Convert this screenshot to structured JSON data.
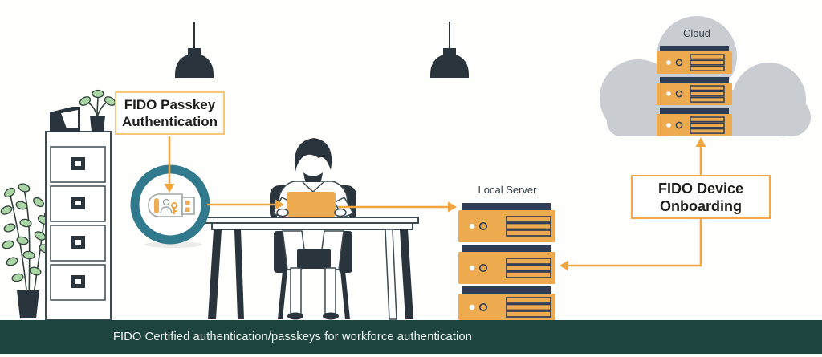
{
  "scene": {
    "caption": "FIDO Certified authentication/passkeys for workforce authentication",
    "labels": {
      "passkey": {
        "line1": "FIDO Passkey",
        "line2": "Authentication"
      },
      "onboarding": {
        "line1": "FIDO Device",
        "line2": "Onboarding"
      },
      "cloud": "Cloud",
      "local_server": "Local Server"
    }
  },
  "icons": [
    "pendant-lamp-icon",
    "potted-plant-icon",
    "file-cabinet-icon",
    "security-key-icon",
    "worker-at-desk-icon",
    "local-server-icon",
    "cloud-icon",
    "flow-arrow-icon"
  ],
  "colors": {
    "background": "#FEFEFC",
    "accent_orange": "#F2A43D",
    "fill_orange": "#EDAA4F",
    "navy": "#2F3C55",
    "teal_ring": "#31798C",
    "footer_teal": "#1D443F",
    "cloud_gray": "#C9CDD2",
    "ink": "#2A343C",
    "outline": "#3C4A52",
    "leaf_green": "#A9D4A3",
    "leaf_dark": "#31413B",
    "key_outline": "#9FA8A3",
    "label_ink": "#1D1D1B",
    "muted_ink": "#333E48",
    "passkey_border": "#F6C679",
    "onboarding_border": "#F3A94A",
    "caption_white": "#F4F7F6"
  }
}
